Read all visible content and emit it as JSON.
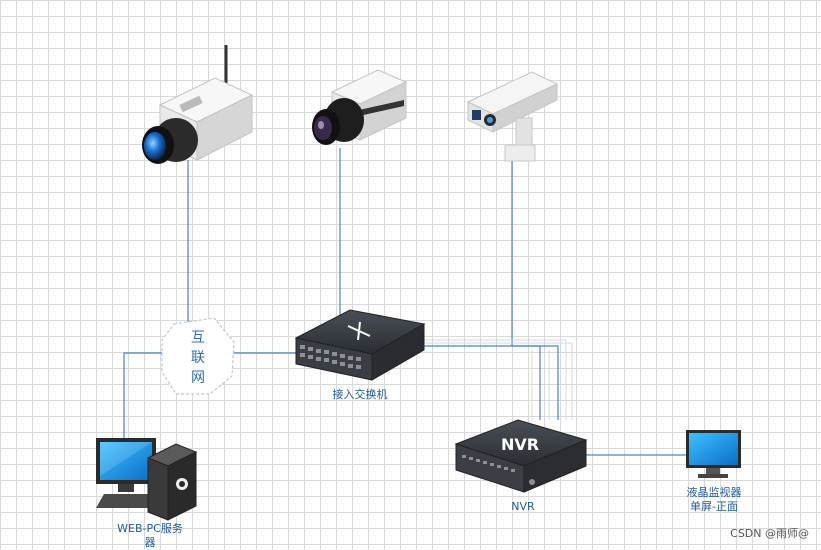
{
  "nodes": {
    "internet": {
      "label_lines": [
        "互",
        "联",
        "网"
      ]
    },
    "switch": {
      "label": "接入交换机"
    },
    "nvr": {
      "label": "NVR",
      "device_text": "NVR"
    },
    "server": {
      "label_lines": [
        "WEB-PC服务",
        "器"
      ]
    },
    "monitor": {
      "label_lines": [
        "液晶监视器",
        "单屏-正面"
      ]
    }
  },
  "watermark": "CSDN @雨师@",
  "colors": {
    "link": "#4a86c8",
    "label": "#1f5a99"
  }
}
